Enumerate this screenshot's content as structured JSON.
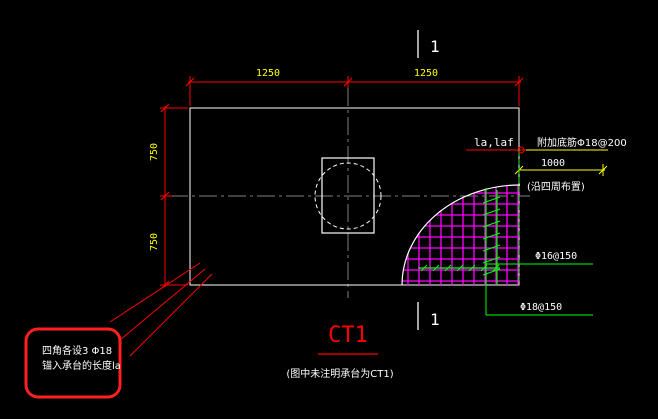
{
  "colors": {
    "background": "#000000",
    "outline": "#ffffff",
    "dimension": "#ff0000",
    "dim_text": "#ffff00",
    "rebar": "#ff00ff",
    "green": "#00ff00",
    "center_line": "#808080",
    "highlight": "#ff2020"
  },
  "dimensions": {
    "top_left": "1250",
    "top_right": "1250",
    "left_upper": "750",
    "left_lower": "750",
    "radius_len": "1000"
  },
  "labels": {
    "section_mark_top": "1",
    "section_mark_bottom": "1",
    "la_laf": "la,laf",
    "add_bottom_rebar": "附加底筋Φ18@200",
    "around_layout": "(沿四周布置)",
    "phi16": "Φ16@150",
    "phi18": "Φ18@150",
    "cap_id": "CT1",
    "cap_note": "(图中未注明承台为CT1)",
    "corner_note_line1": "四角各设3 Φ18",
    "corner_note_line2": "锚入承台的长度la"
  }
}
